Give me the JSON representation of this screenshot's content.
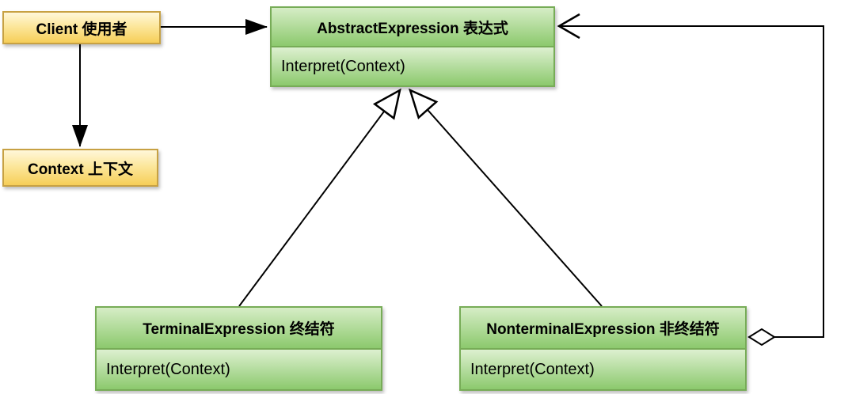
{
  "diagram": {
    "nodes": {
      "client": {
        "label": "Client 使用者"
      },
      "context": {
        "label": "Context 上下文"
      },
      "abstract_expression": {
        "title": "AbstractExpression 表达式",
        "method": "Interpret(Context)"
      },
      "terminal_expression": {
        "title": "TerminalExpression 终结符",
        "method": "Interpret(Context)"
      },
      "nonterminal_expression": {
        "title": "NonterminalExpression 非终结符",
        "method": "Interpret(Context)"
      }
    },
    "edges": [
      {
        "from": "Client 使用者",
        "to": "AbstractExpression 表达式",
        "type": "association",
        "head": "filled-arrow"
      },
      {
        "from": "Client 使用者",
        "to": "Context 上下文",
        "type": "association",
        "head": "filled-arrow"
      },
      {
        "from": "TerminalExpression 终结符",
        "to": "AbstractExpression 表达式",
        "type": "generalization",
        "head": "hollow-triangle"
      },
      {
        "from": "NonterminalExpression 非终结符",
        "to": "AbstractExpression 表达式",
        "type": "generalization",
        "head": "hollow-triangle"
      },
      {
        "from": "NonterminalExpression 非终结符",
        "to": "AbstractExpression 表达式",
        "type": "aggregation",
        "tail": "hollow-diamond",
        "head": "open-arrow"
      }
    ],
    "colors": {
      "yellow_fill_top": "#FFF7DA",
      "yellow_fill_bottom": "#F6CE58",
      "yellow_border": "#C7A143",
      "green_fill_top": "#D6EDC6",
      "green_fill_bottom": "#8CC96D",
      "green_border": "#77AC57",
      "connector": "#000000",
      "background": "#FFFFFF",
      "text": "#000000"
    }
  }
}
